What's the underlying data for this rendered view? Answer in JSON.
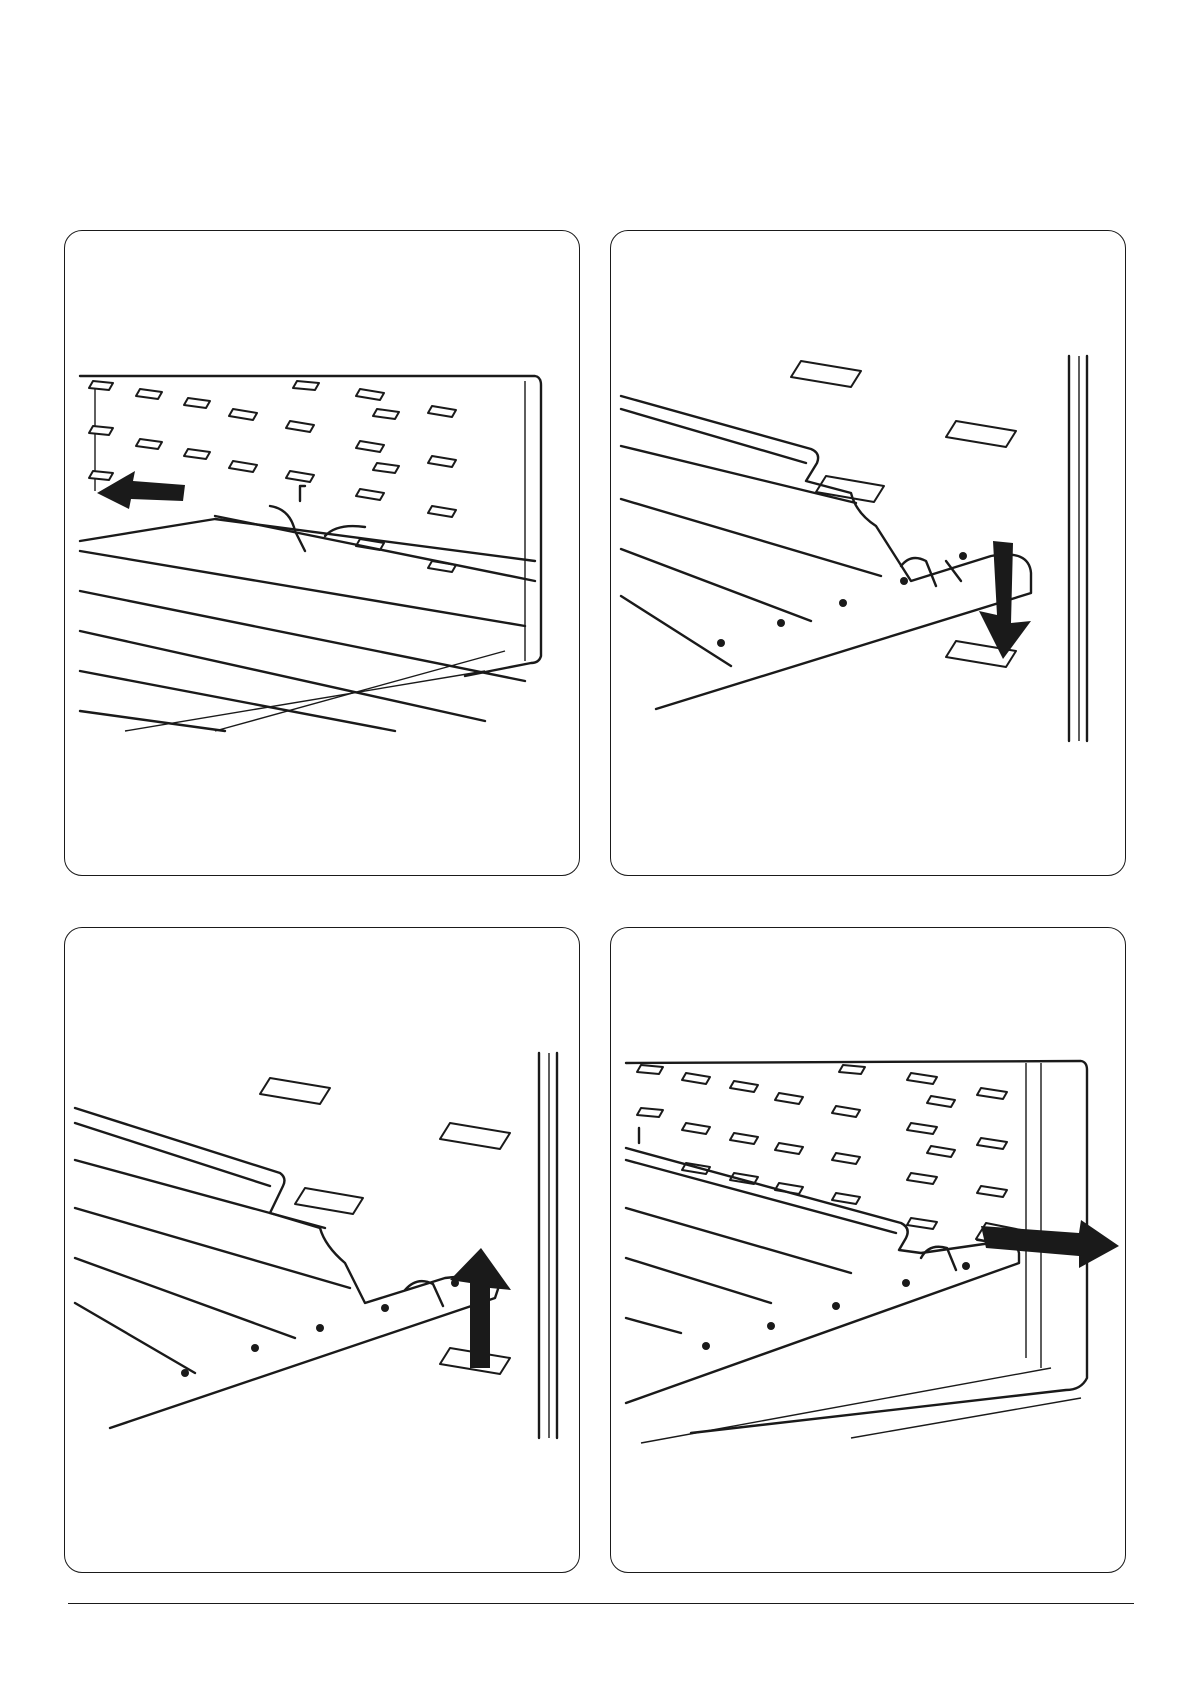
{
  "panels": [
    {
      "id": "step-1",
      "arrow": "left"
    },
    {
      "id": "step-2",
      "arrow": "down"
    },
    {
      "id": "step-3",
      "arrow": "up"
    },
    {
      "id": "step-4",
      "arrow": "right"
    }
  ],
  "colors": {
    "ink": "#1a1a1a",
    "paper": "#ffffff"
  }
}
